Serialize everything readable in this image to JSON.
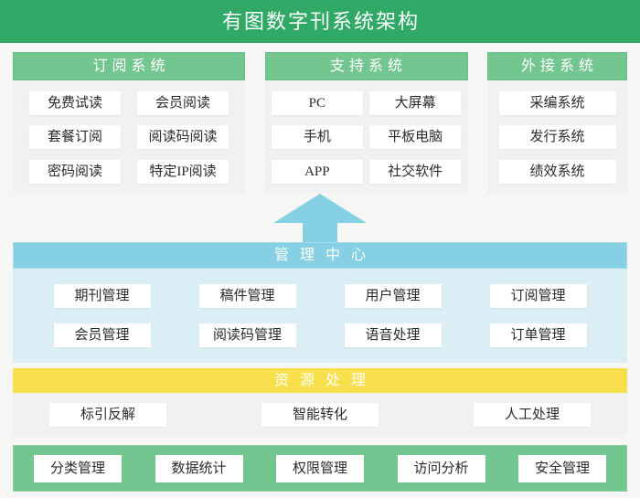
{
  "title": "有图数字刊系统架构",
  "colors": {
    "title_green": "#2fa965",
    "section_green": "#74c690",
    "arrow_blue": "#86d0e4",
    "blue_section_bg": "#dceef5",
    "yellow": "#f7e04b",
    "panel_gray": "#f1f1f1",
    "page_bg": "#f6f7f4",
    "box_text": "#2b2b2b"
  },
  "top_panels": [
    {
      "header": "订阅系统",
      "items": [
        "免费试读",
        "会员阅读",
        "套餐订阅",
        "阅读码阅读",
        "密码阅读",
        "特定IP阅读"
      ]
    },
    {
      "header": "支持系统",
      "items": [
        "PC",
        "大屏幕",
        "手机",
        "平板电脑",
        "APP",
        "社交软件"
      ]
    },
    {
      "header": "外接系统",
      "items": [
        "采编系统",
        "发行系统",
        "绩效系统"
      ]
    }
  ],
  "management_center": {
    "header": "管理中心",
    "items": [
      "期刊管理",
      "稿件管理",
      "用户管理",
      "订阅管理",
      "会员管理",
      "阅读码管理",
      "语音处理",
      "订单管理"
    ]
  },
  "resource_processing": {
    "header": "资源处理",
    "items": [
      "标引反解",
      "智能转化",
      "人工处理"
    ]
  },
  "bottom_bar": {
    "items": [
      "分类管理",
      "数据统计",
      "权限管理",
      "访问分析",
      "安全管理"
    ]
  }
}
